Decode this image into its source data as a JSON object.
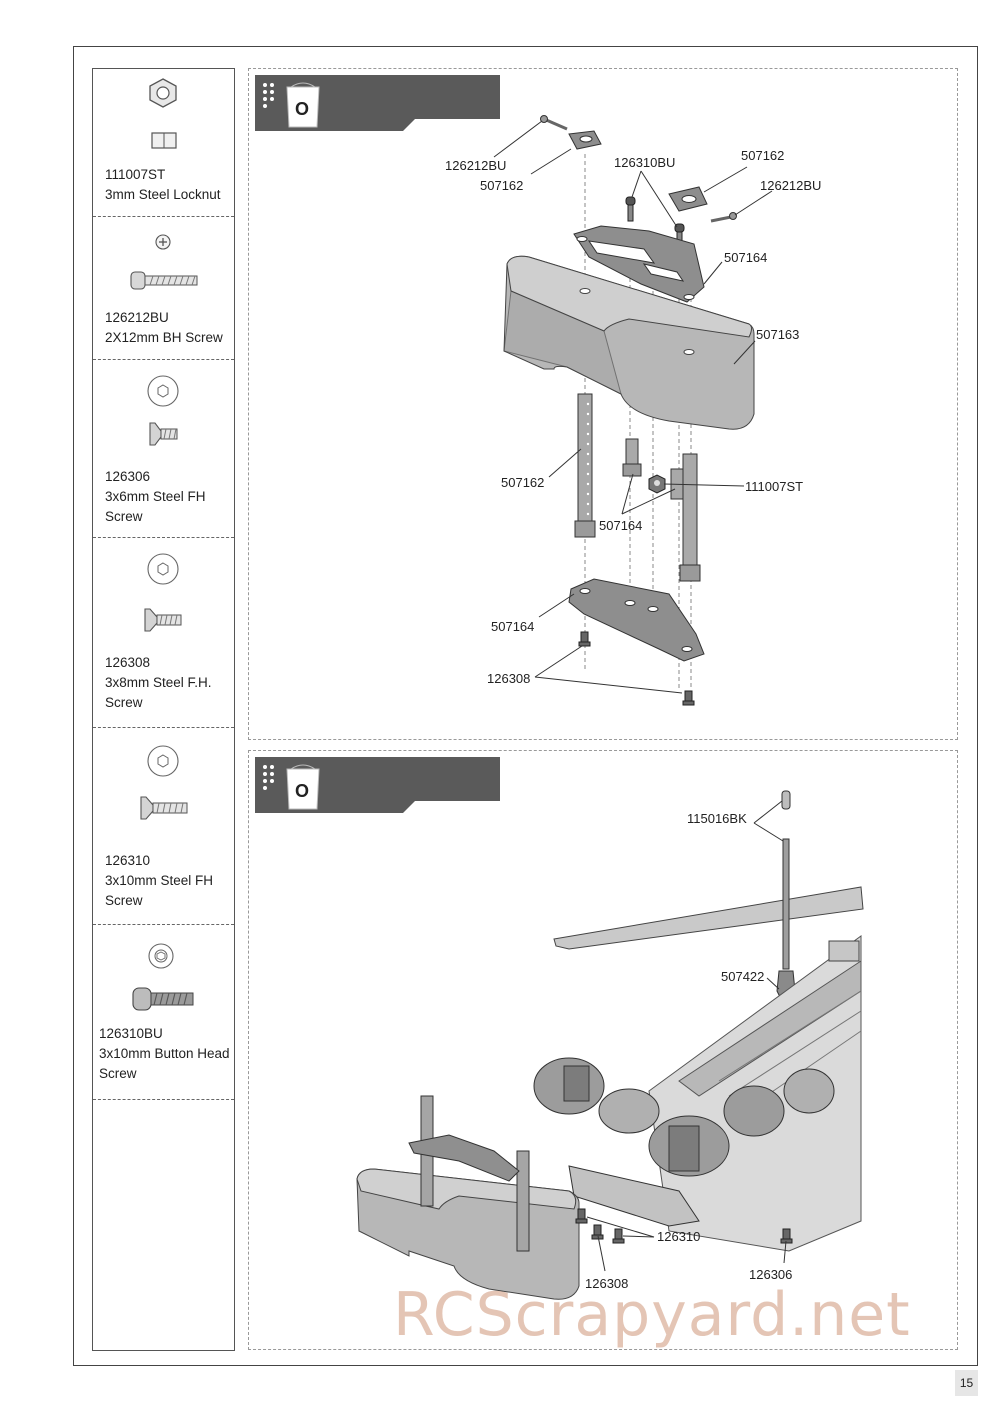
{
  "parts": [
    {
      "part_no": "111007ST",
      "description": "3mm Steel Locknut",
      "icon": "locknut-icon"
    },
    {
      "part_no": "126212BU",
      "description": "2X12mm BH Screw",
      "icon": "phillips-screw-icon"
    },
    {
      "part_no": "126306",
      "description": "3x6mm Steel FH Screw",
      "icon": "flat-head-screw-icon"
    },
    {
      "part_no": "126308",
      "description": "3x8mm Steel F.H. Screw",
      "icon": "flat-head-screw-icon"
    },
    {
      "part_no": "126310",
      "description": "3x10mm Steel FH Screw",
      "icon": "flat-head-screw-icon"
    },
    {
      "part_no": "126310BU",
      "description": "3x10mm Button Head Screw",
      "icon": "button-head-screw-icon"
    }
  ],
  "steps": [
    {
      "bag_label": "O",
      "callouts": {
        "c1": "126212BU",
        "c2": "507162",
        "c3": "126310BU",
        "c4": "507162",
        "c5": "126212BU",
        "c6": "507164",
        "c7": "507163",
        "c8": "507162",
        "c9": "111007ST",
        "c10": "507164",
        "c11": "507164",
        "c12": "126308"
      }
    },
    {
      "bag_label": "O",
      "callouts": {
        "c1": "115016BK",
        "c2": "507422",
        "c3": "126310",
        "c4": "126308",
        "c5": "126306"
      }
    }
  ],
  "page_number": "15",
  "watermark": "RCScrapyard.net",
  "colors": {
    "banner": "#5a5a5a",
    "part": "#999999",
    "watermark": "#cd9678"
  }
}
